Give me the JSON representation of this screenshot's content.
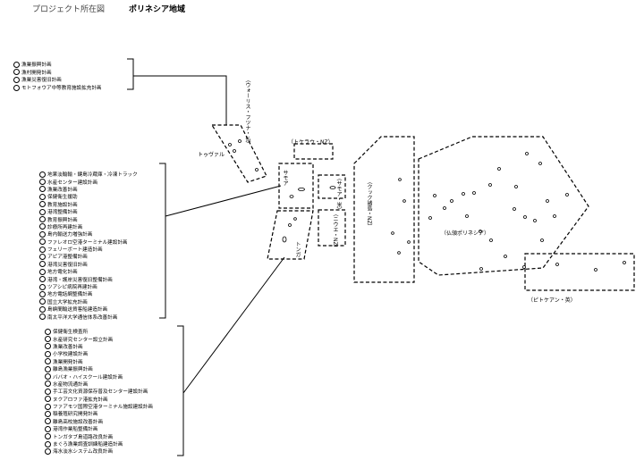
{
  "header": {
    "title": "プロジェクト所在図",
    "region": "ポリネシア地域"
  },
  "areas": {
    "wallis_futuna": "（ウォーリス・フツナ・仏）",
    "tuvalu": "トゥヴァル",
    "tokelau": "（トケラウ・NZ）",
    "samoa": "サモア",
    "american_samoa": "（サモア・米）",
    "niue": "（ニウエ・NZ）",
    "tonga": "トンガ",
    "cook": "（クック諸島・NZ）",
    "french_polynesia": "（仏領ポリネシア）",
    "pitcairn": "（ピトケアン・英）"
  },
  "project_groups": {
    "wallis": [
      "漁業振興計画",
      "漁村開発計画",
      "漁業災害復旧計画",
      "モトフォウア中等教育施設拡充計画"
    ],
    "samoa": [
      "地果淡輸輸・鍵島冷蔵庫・冷凍トラック",
      "水産センター建設計画",
      "漁業改善計画",
      "保健衛生援助",
      "教育施設計画",
      "港湾整備計画",
      "教育振興計画",
      "診療所再建計画",
      "島内輸送力増強計画",
      "ファレオロ空港ターミナル建設計画",
      "フェリーボート建造計画",
      "アピア港整備計画",
      "港湾災害復旧計画",
      "地方電化計画",
      "港湾・護岸災害復旧整備計画",
      "ツアシピ病院再建計画",
      "地方電話網整備計画",
      "国立大学拡充計画",
      "島嶼間輸送貨客船建造計画",
      "南太平洋大学通信体系改善計画"
    ],
    "tonga": [
      "保健衛生検査所",
      "水産研究センター設立計画",
      "漁業改善計画",
      "小学校建設計画",
      "漁業開発計画",
      "離島漁業振興計画",
      "ババオ・ハイスクール建設計画",
      "水産物流通計画",
      "手工芸文化資源保存普及センター建設計画",
      "ヌクアロファ港拡充計画",
      "ファアモツ国際空港ターミナル施設建設計画",
      "稲養殖研究開発計画",
      "離島高校施設改善計画",
      "港湾作業船整備計画",
      "トンガタブ島道路改良計画",
      "まぐろ漁業調査訓練船建造計画",
      "海水淡水システム改良計画"
    ]
  }
}
